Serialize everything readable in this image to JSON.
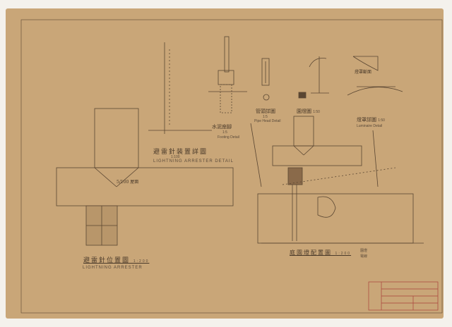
{
  "drawing": {
    "plan": {
      "title": "避雷針位置圖",
      "scale": "1:200",
      "subtitle": "LIGHTNING ARRESTER",
      "note": "5/100 屋面"
    },
    "arrester_detail": {
      "title": "避雷針装置詳圖",
      "scale": "1:100",
      "subtitle": "LIGHTNING ARRESTER DETAIL"
    },
    "footing": {
      "title": "水泥座腳",
      "scale": "1:5",
      "subtitle": "Footing Detail"
    },
    "pipe_head": {
      "title": "管頭詳圖",
      "scale": "1:5",
      "subtitle": "Pipe Head Detail"
    },
    "lamp": {
      "title": "園燈圖",
      "scale": "1:50"
    },
    "shade_section": {
      "title": "燈罩斷面"
    },
    "luminaire": {
      "title": "燈罩詳圖",
      "scale": "1:50",
      "subtitle": "Luminaire Detail"
    },
    "garden_layout": {
      "title": "庭園燈配置圖",
      "scale": "1:200",
      "legend": [
        "園燈",
        "電線"
      ]
    }
  },
  "colors": {
    "paper": "#c9a678",
    "ink": "#4a3a2a",
    "stamp": "#a8413a"
  }
}
